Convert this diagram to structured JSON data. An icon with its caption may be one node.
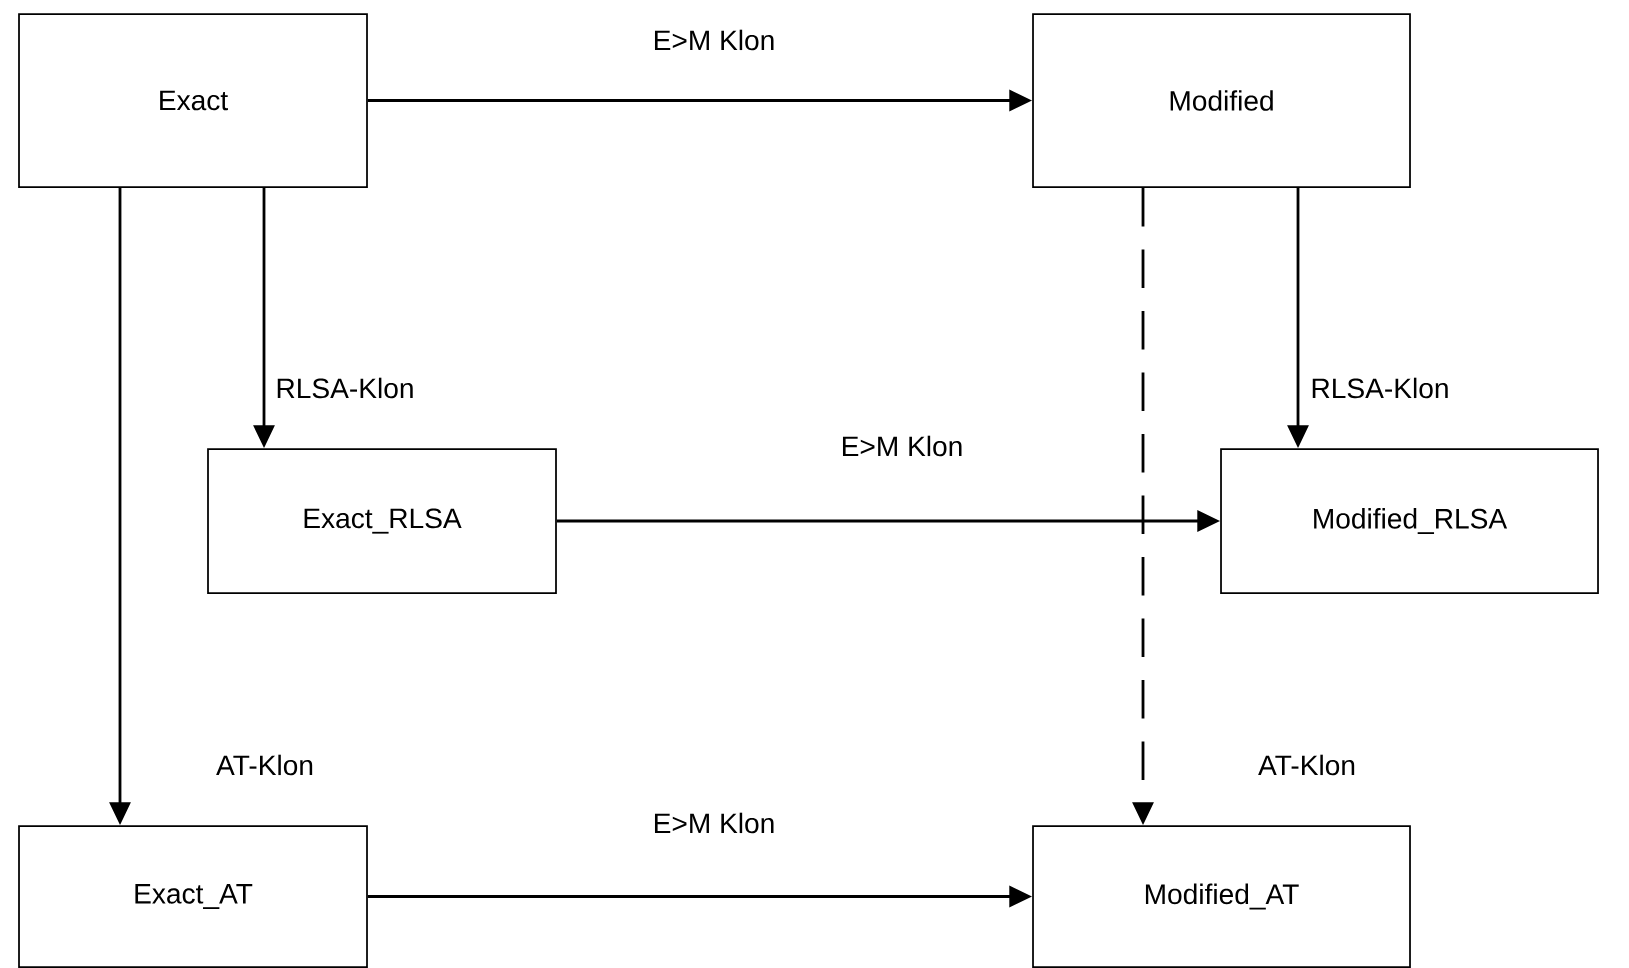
{
  "diagram": {
    "nodes": [
      {
        "text": [
          "Exact"
        ]
      },
      {
        "text": [
          "Modified"
        ]
      },
      {
        "text": [
          "Exact_RLSA"
        ]
      },
      {
        "text": [
          "Modified_RLSA"
        ]
      },
      {
        "text": [
          "Exact_AT"
        ]
      },
      {
        "text": [
          "Modified_AT"
        ]
      }
    ],
    "edges": [
      {
        "from": 0,
        "to": 1,
        "arrow": "to",
        "label": "E>M Klon"
      },
      {
        "from": 0,
        "to": 2,
        "arrow": "to",
        "label": "RLSA-Klon"
      },
      {
        "from": 0,
        "to": 4,
        "arrow": "to",
        "label": "AT-Klon"
      },
      {
        "from": 1,
        "to": 3,
        "arrow": "to",
        "label": "RLSA-Klon"
      },
      {
        "from": 1,
        "to": 5,
        "arrow": "to",
        "label": "AT-Klon",
        "style": "dashed"
      },
      {
        "from": 2,
        "to": 3,
        "arrow": "to",
        "label": "E>M Klon"
      },
      {
        "from": 4,
        "to": 5,
        "arrow": "to",
        "label": "E>M Klon"
      }
    ]
  }
}
